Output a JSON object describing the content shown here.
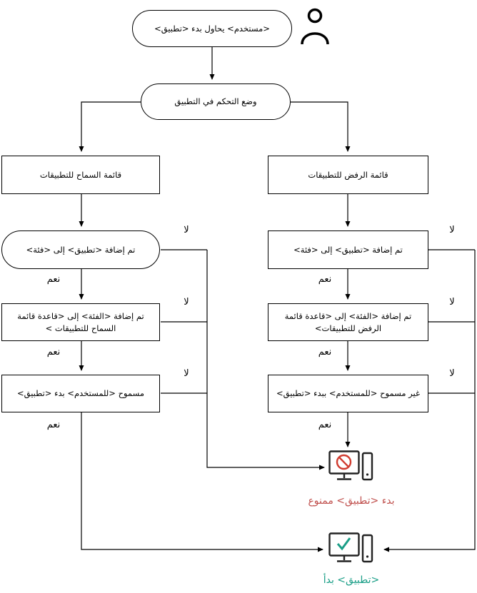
{
  "diagram": {
    "start": "<مستخدم> يحاول بدء <تطبيق>",
    "mode": "وضع التحكم في التطبيق",
    "allowlist": "قائمة السماح للتطبيقات",
    "denylist": "قائمة الرفض للتطبيقات",
    "allow_category": "تم إضافة <تطبيق> إلى <فئة>",
    "deny_category": "تم إضافة <تطبيق> إلى <فئة>",
    "allow_rule": "تم إضافة <الفئة> إلى <قاعدة قائمة السماح للتطبيقات >",
    "deny_rule": "تم إضافة <الفئة> إلى <قاعدة قائمة الرفض للتطبيقات>",
    "allow_user": "مسموح <للمستخدم> بدء <تطبيق>",
    "deny_user": "غير مسموح <للمستخدم> ببدء <تطبيق>"
  },
  "labels": {
    "yes": "نعم",
    "no": "لا"
  },
  "results": {
    "blocked": "بدء <تطبيق> ممنوع",
    "started": "<تطبيق> بدأ"
  },
  "colors": {
    "line": "#000000",
    "blocked_text": "#c0504d",
    "started_text": "#1a9e87",
    "prohibition": "#d03b2f",
    "check": "#1a9e87"
  }
}
